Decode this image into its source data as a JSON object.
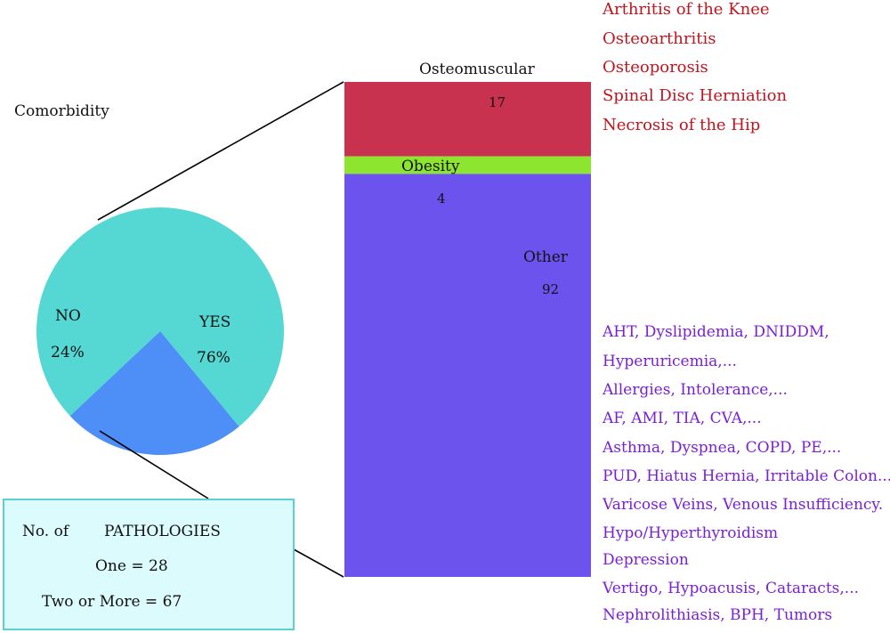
{
  "title": "Comorbidity",
  "pathologies_box": {
    "header_left": "No. of",
    "header_right": "PATHOLOGIES",
    "one": "One = 28",
    "two_or_more": "Two or More = 67"
  },
  "colors": {
    "yes": "#55d8d3",
    "no": "#4e8ef7",
    "osteomuscular": "#c8324f",
    "obesity": "#8ee52f",
    "other": "#6c53ee",
    "red_text": "#c0141e",
    "purple_text": "#7a1fd6",
    "box_fill": "#dcfbfd",
    "box_border": "#5fcfd6"
  },
  "osteomuscular_conditions": [
    "Arthritis of the Knee",
    "Osteoarthritis",
    "Osteoporosis",
    "Spinal Disc Herniation",
    "Necrosis of the Hip"
  ],
  "other_conditions": [
    "AHT, Dyslipidemia, DNIDDM,",
    "Hyperuricemia,...",
    "Allergies, Intolerance,...",
    "AF, AMI, TIA, CVA,...",
    "Asthma, Dyspnea, COPD, PE,...",
    "PUD, Hiatus Hernia, Irritable Colon...",
    "Varicose Veins, Venous Insufficiency.",
    "Hypo/Hyperthyroidism",
    "Depression",
    "Vertigo, Hypoacusis, Cataracts,...",
    "Nephrolithiasis, BPH, Tumors"
  ],
  "chart_data": [
    {
      "type": "pie",
      "title": "Comorbidity",
      "slices": [
        {
          "name": "YES",
          "label": "76%",
          "value": 76
        },
        {
          "name": "NO",
          "label": "24%",
          "value": 24
        }
      ]
    },
    {
      "type": "bar",
      "stacked": true,
      "segments": [
        {
          "name": "Osteomuscular",
          "label": "17",
          "value": 17
        },
        {
          "name": "Obesity",
          "label": "4",
          "value": 4
        },
        {
          "name": "Other",
          "label": "92",
          "value": 92
        }
      ]
    }
  ]
}
